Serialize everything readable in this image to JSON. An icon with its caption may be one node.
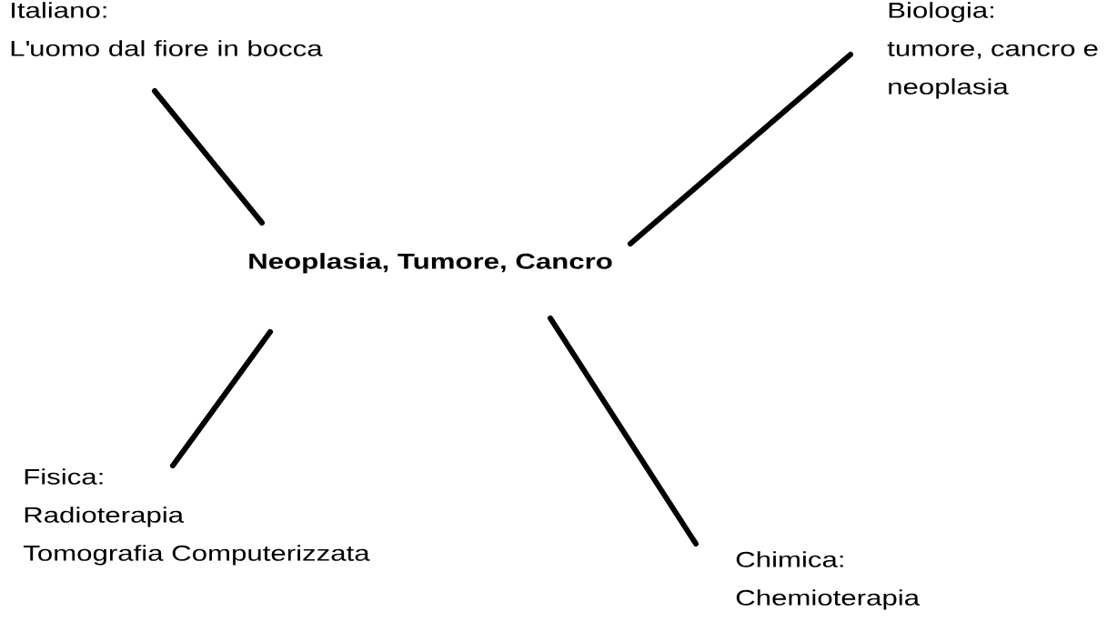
{
  "diagram": {
    "nodes": [
      {
        "text": [
          "Neoplasia, Tumore, Cancro"
        ]
      },
      {
        "text": [
          "Italiano:",
          "L'uomo dal fiore in bocca"
        ]
      },
      {
        "text": [
          "Biologia:",
          "tumore, cancro e neoplasia"
        ]
      },
      {
        "text": [
          "Fisica:",
          "Radioterapia",
          "Tomografia Computerizzata"
        ]
      },
      {
        "text": [
          "Chimica:",
          "Chemioterapia"
        ]
      }
    ],
    "edges": [
      {
        "from": 0,
        "to": 1,
        "arrow": "none"
      },
      {
        "from": 0,
        "to": 2,
        "arrow": "none"
      },
      {
        "from": 0,
        "to": 3,
        "arrow": "none"
      },
      {
        "from": 0,
        "to": 4,
        "arrow": "none"
      }
    ]
  }
}
